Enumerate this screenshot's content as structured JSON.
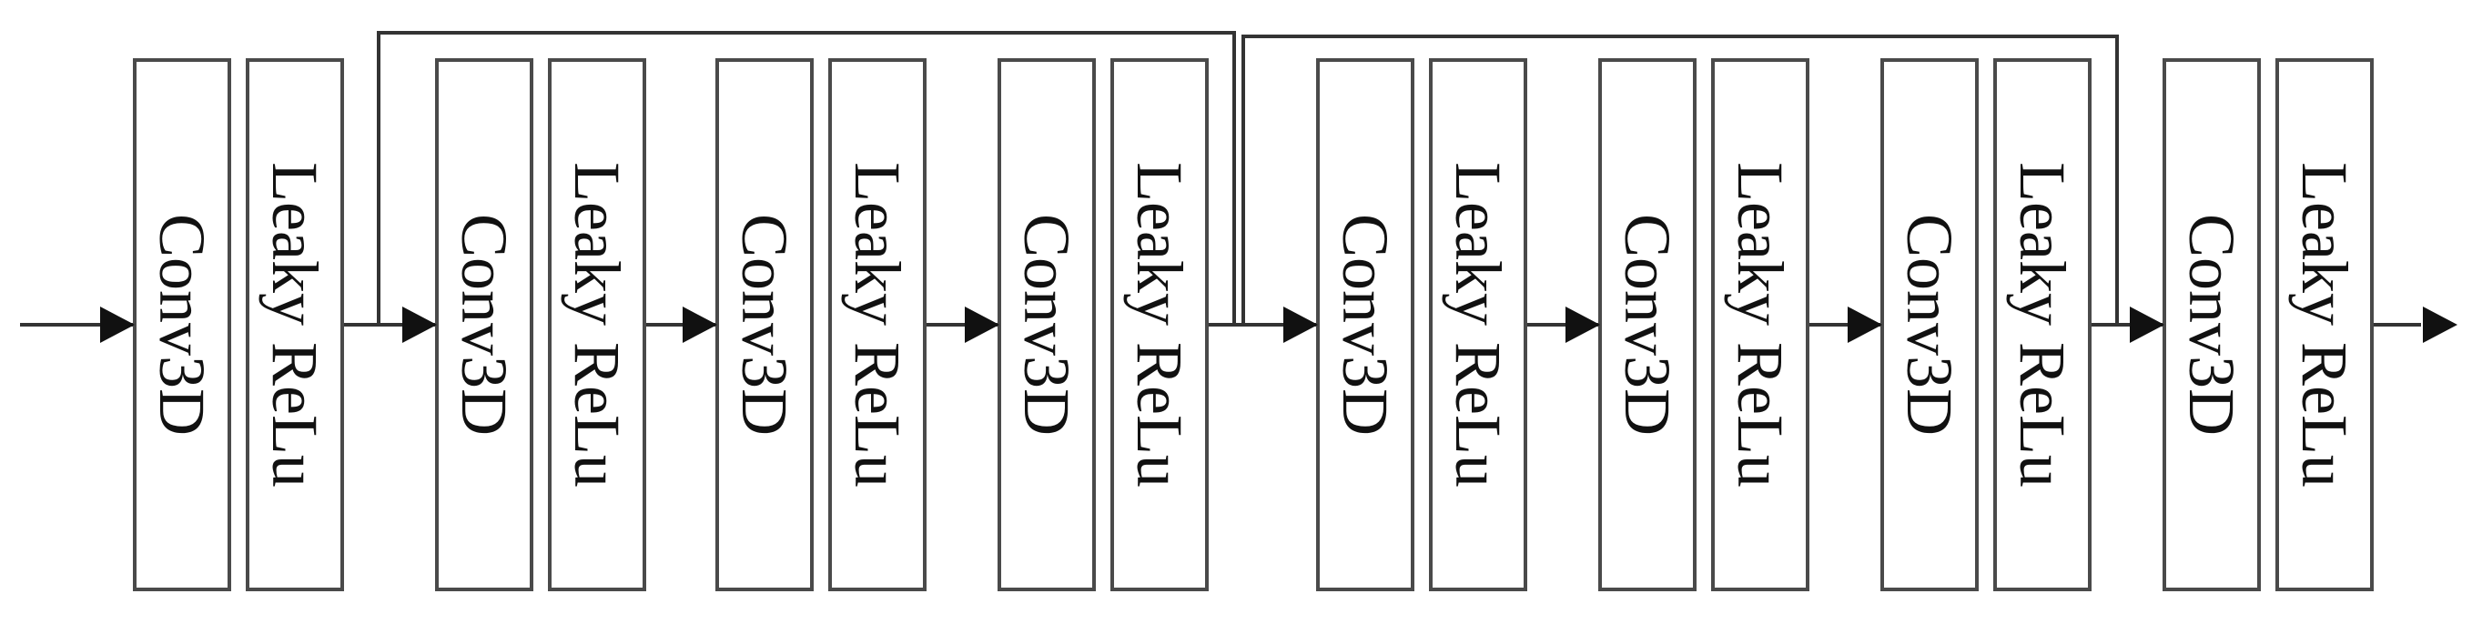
{
  "diagram": {
    "stages": [
      {
        "blocks": [
          "Conv3D",
          "Leaky ReLu"
        ]
      },
      {
        "blocks": [
          "Conv3D",
          "Leaky ReLu"
        ]
      },
      {
        "blocks": [
          "Conv3D",
          "Leaky ReLu"
        ]
      },
      {
        "blocks": [
          "Conv3D",
          "Leaky ReLu"
        ]
      },
      {
        "blocks": [
          "Conv3D",
          "Leaky ReLu"
        ]
      },
      {
        "blocks": [
          "Conv3D",
          "Leaky ReLu"
        ]
      },
      {
        "blocks": [
          "Conv3D",
          "Leaky ReLu"
        ]
      },
      {
        "blocks": [
          "Conv3D",
          "Leaky ReLu"
        ]
      }
    ],
    "skip_connections": [
      {
        "from_stage": 0,
        "to_stage": 3
      },
      {
        "from_stage": 3,
        "to_stage": 6
      }
    ],
    "has_input_arrow": true,
    "has_output_arrow": true,
    "colors": {
      "block_border": "#4a4a4a",
      "block_fill": "#ffffff",
      "line": "#333333",
      "text": "#111111"
    }
  }
}
